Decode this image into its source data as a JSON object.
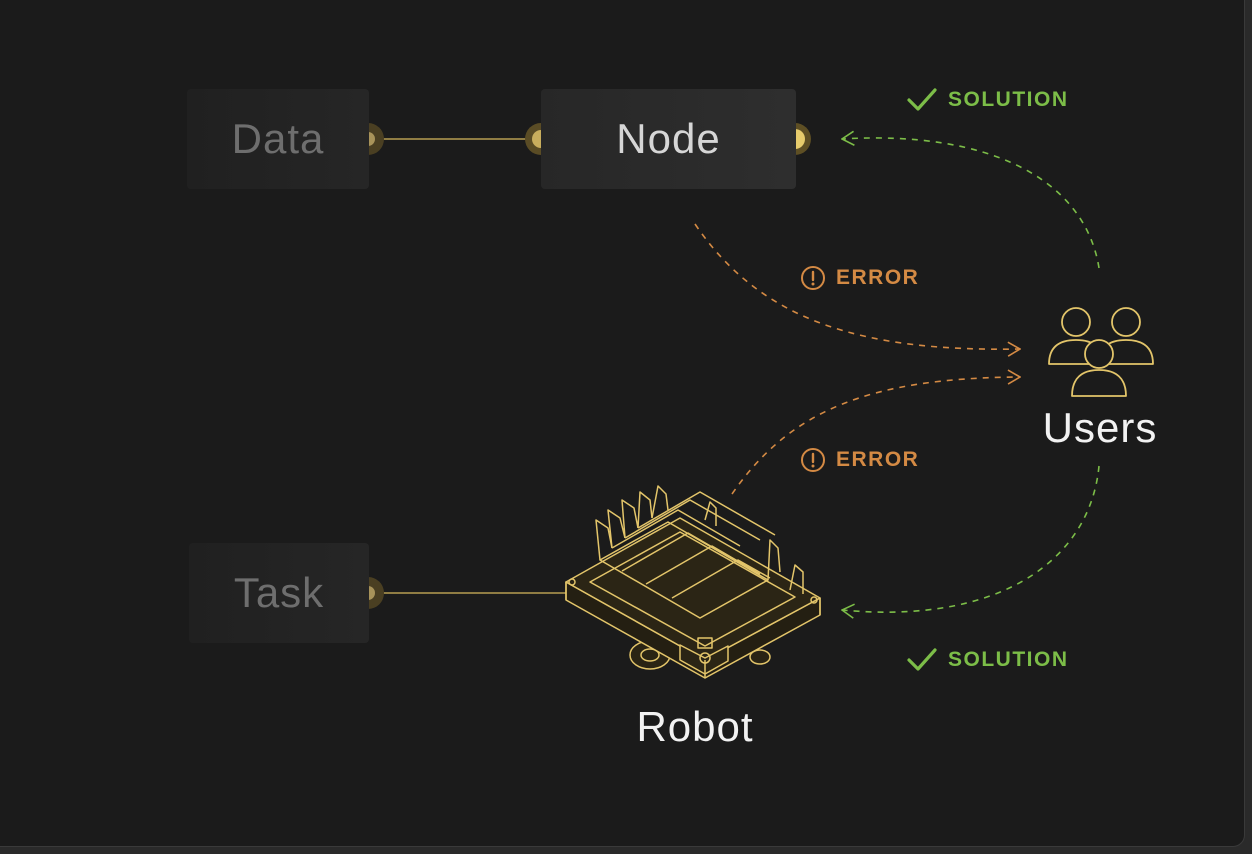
{
  "nodes": {
    "data": "Data",
    "node": "Node",
    "task": "Task"
  },
  "actors": {
    "users": "Users",
    "robot": "Robot"
  },
  "flows": {
    "error_top": "ERROR",
    "error_bottom": "ERROR",
    "solution_top": "SOLUTION",
    "solution_bottom": "SOLUTION"
  },
  "icons": {
    "users": "users-group-icon",
    "robot": "robot-icon",
    "error": "exclamation-circle-icon",
    "solution": "check-icon"
  },
  "colors": {
    "background": "#1b1b1b",
    "connector": "#c9ae5d",
    "error": "#d48a44",
    "solution": "#7cbd48",
    "line_art": "#e3c56a"
  }
}
